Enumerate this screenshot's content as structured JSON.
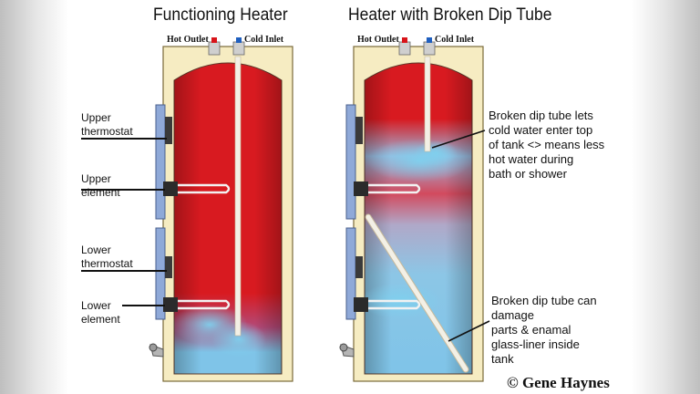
{
  "titles": {
    "functioning": "Functioning Heater",
    "broken": "Heater with Broken Dip Tube"
  },
  "ports": {
    "hot_outlet": "Hot Outlet",
    "cold_inlet": "Cold Inlet"
  },
  "parts": {
    "upper_thermostat": [
      "Upper",
      "thermostat"
    ],
    "upper_element": [
      "Upper",
      "element"
    ],
    "lower_thermostat": [
      "Lower",
      "thermostat"
    ],
    "lower_element": [
      "Lower",
      "element"
    ]
  },
  "notes": {
    "top": [
      "Broken dip tube lets",
      "cold water enter top",
      "of tank <> means less",
      "hot water during",
      "bath or shower"
    ],
    "bottom": [
      "Broken dip tube can",
      "damage",
      "parts & enamal",
      "glass-liner inside",
      "tank"
    ]
  },
  "copyright": "© Gene Haynes",
  "colors": {
    "hot_water": "#d81a20",
    "cold_water": "#7fc4e8",
    "tank_shell": "#f6ecc2",
    "control_panel": "#8fa9d8"
  }
}
